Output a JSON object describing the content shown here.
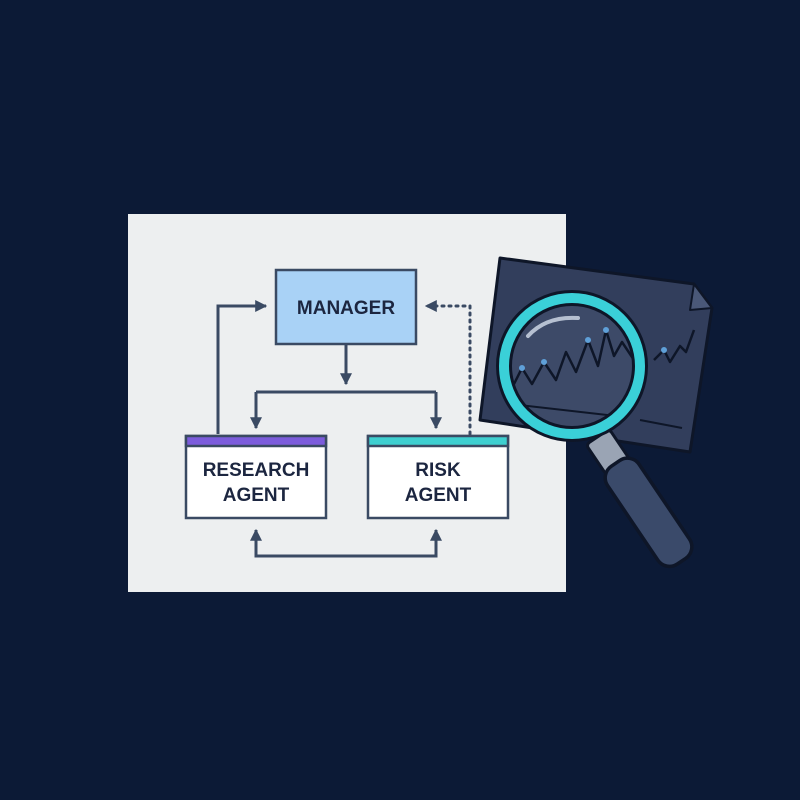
{
  "diagram": {
    "nodes": {
      "manager": {
        "label": "MANAGER"
      },
      "research": {
        "line1": "RESEARCH",
        "line2": "AGENT"
      },
      "risk": {
        "line1": "RISK",
        "line2": "AGENT"
      }
    },
    "edges": [
      {
        "from": "manager",
        "to": "research",
        "style": "solid"
      },
      {
        "from": "manager",
        "to": "risk",
        "style": "solid"
      },
      {
        "from": "research",
        "to": "manager",
        "style": "solid"
      },
      {
        "from": "risk",
        "to": "manager",
        "style": "dotted"
      },
      {
        "from": "research",
        "to": "risk",
        "style": "solid",
        "bidirectional": true
      }
    ]
  },
  "colors": {
    "background": "#0c1a36",
    "paper": "#edeff0",
    "manager_fill": "#a9d2f6",
    "research_accent": "#7c5cdc",
    "risk_accent": "#3ecfd0",
    "line": "#3a4a63",
    "magnifier_ring": "#3ad0d8",
    "chart_paper": "#323e5c"
  },
  "icons": [
    "magnifying-glass-icon",
    "chart-document-icon"
  ]
}
